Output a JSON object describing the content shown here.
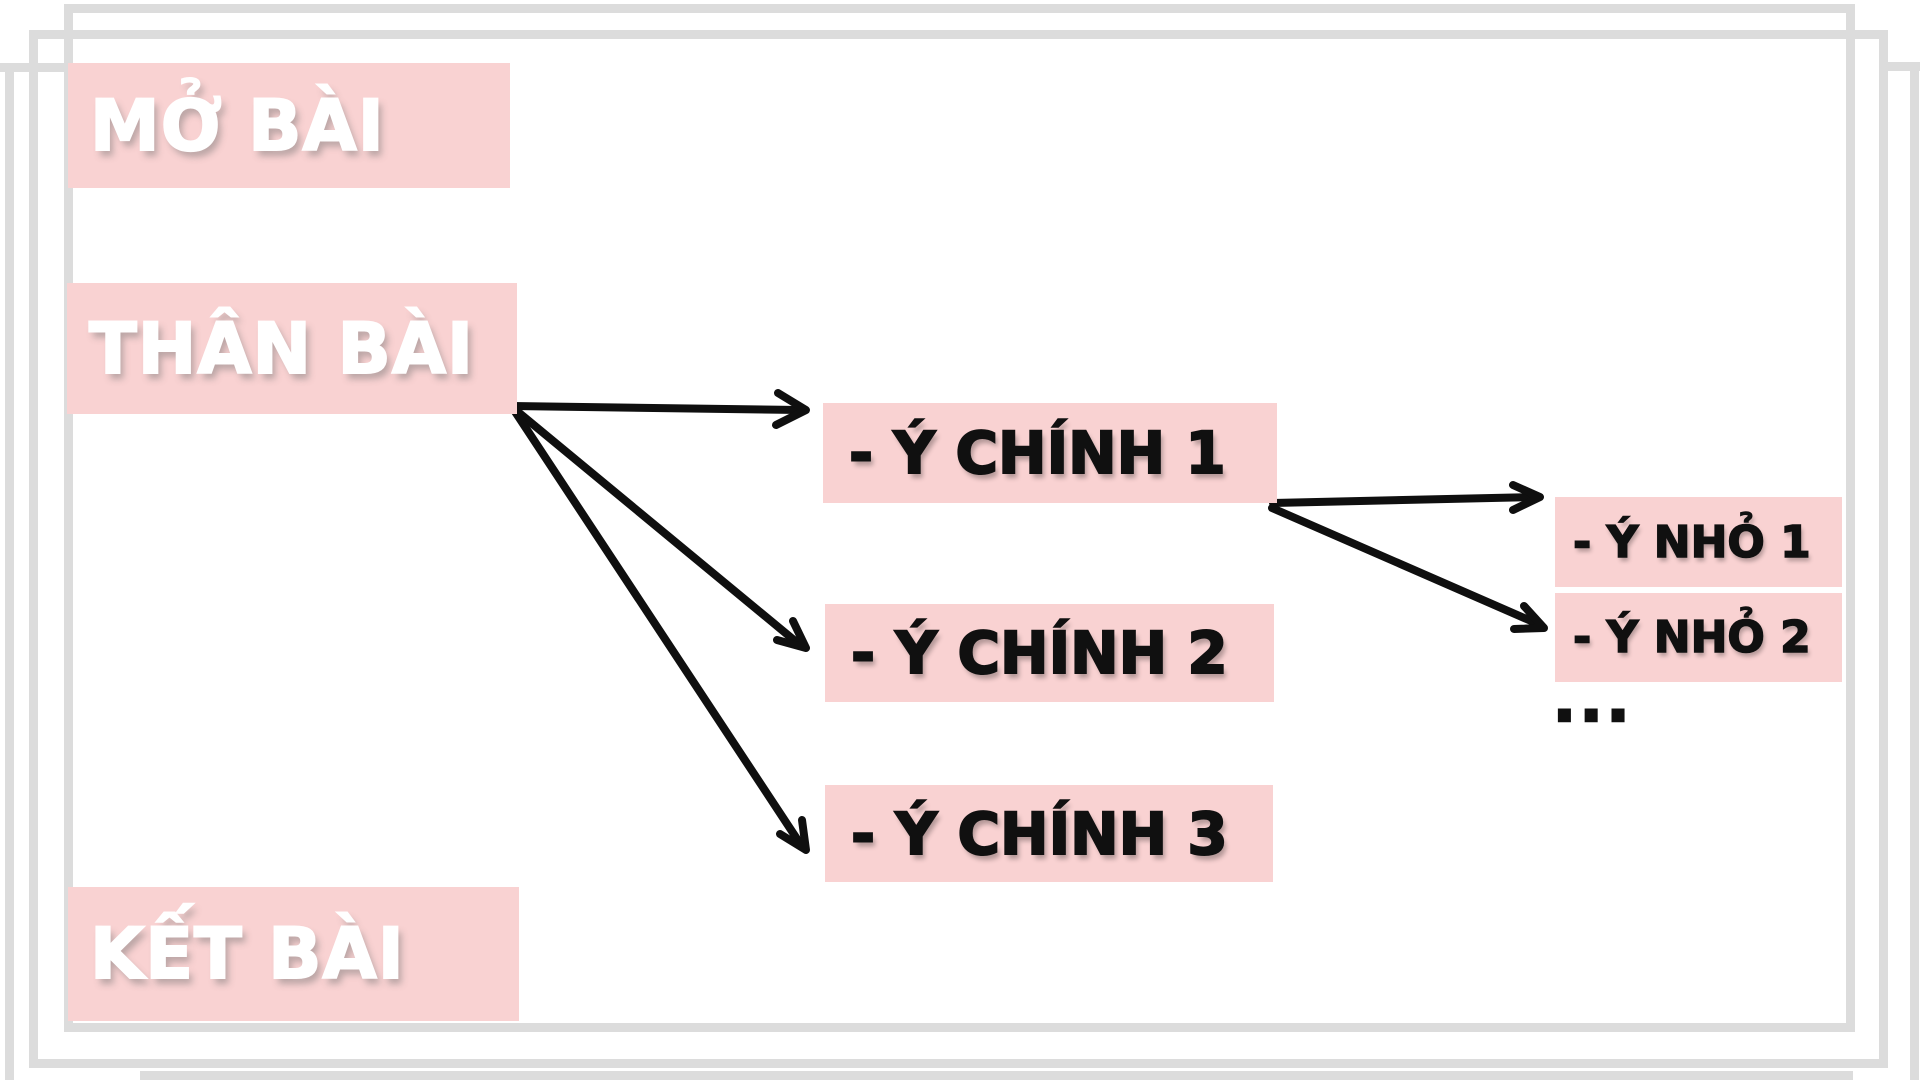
{
  "palette": {
    "box_pink": "#f9d2d2",
    "header_text": "#ffffff",
    "body_text": "#101010",
    "arrow": "#0f0f0f",
    "frame_gray": "#dcdcdc"
  },
  "nodes": {
    "mo_bai": "MỞ BÀI",
    "than_bai": "THÂN BÀI",
    "ket_bai": "KẾT BÀI",
    "y_chinh_1": "- Ý CHÍNH 1",
    "y_chinh_2": "- Ý CHÍNH 2",
    "y_chinh_3": "- Ý CHÍNH 3",
    "y_nho_1": "- Ý NHỎ 1",
    "y_nho_2": "- Ý NHỎ 2",
    "ellipsis": "..."
  },
  "edges": [
    {
      "from": "THÂN BÀI",
      "to": "- Ý CHÍNH 1"
    },
    {
      "from": "THÂN BÀI",
      "to": "- Ý CHÍNH 2"
    },
    {
      "from": "THÂN BÀI",
      "to": "- Ý CHÍNH 3"
    },
    {
      "from": "- Ý CHÍNH 1",
      "to": "- Ý NHỎ 1"
    },
    {
      "from": "- Ý CHÍNH 1",
      "to": "- Ý NHỎ 2"
    }
  ]
}
